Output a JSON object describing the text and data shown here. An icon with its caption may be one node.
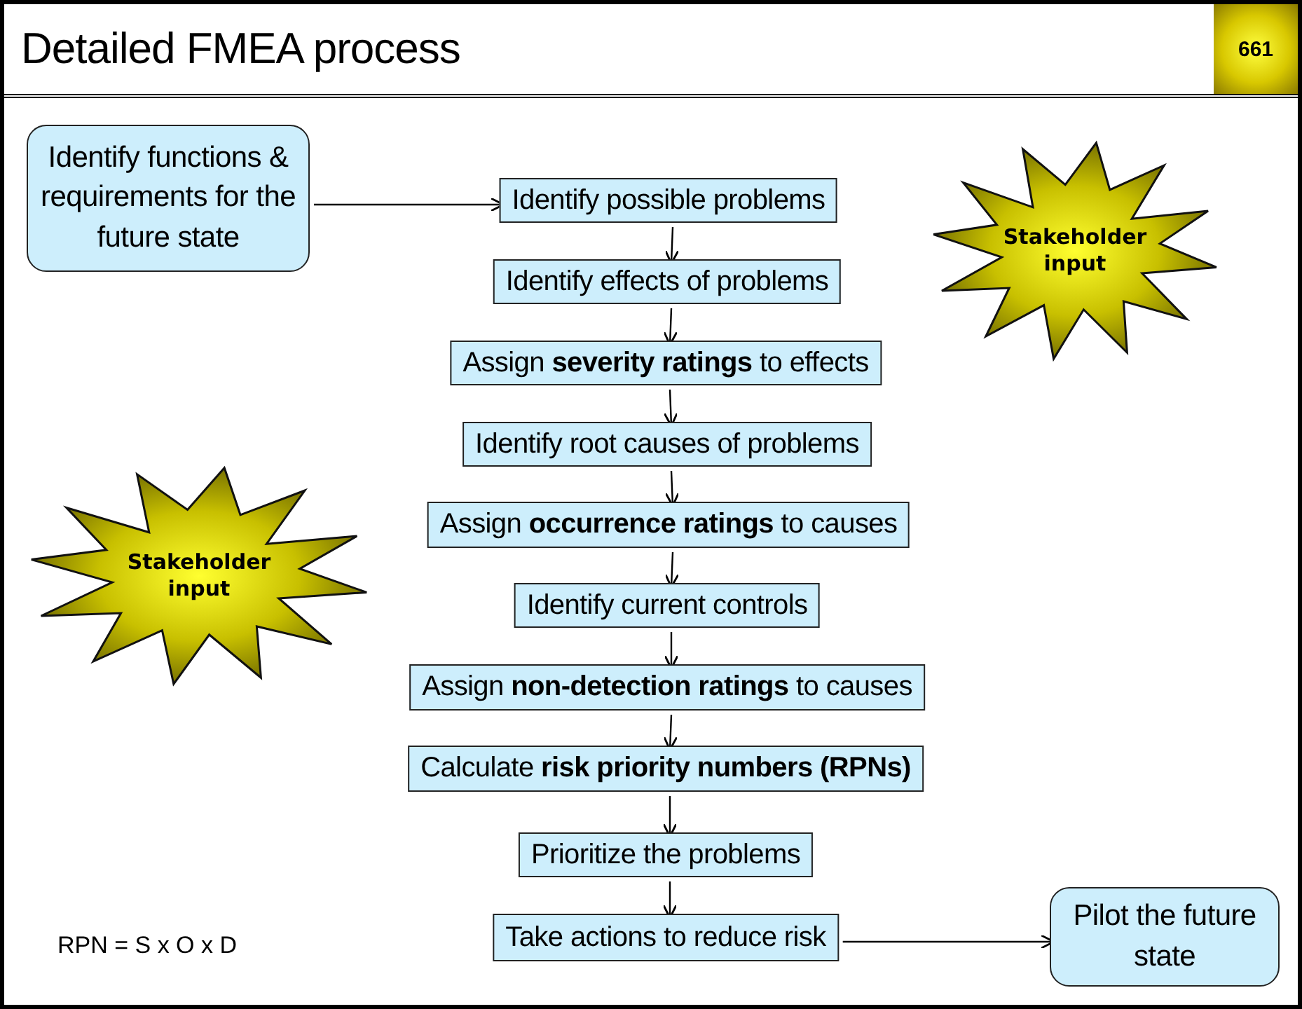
{
  "diagram": {
    "title": "Detailed FMEA process",
    "nodes": [
      {
        "text": [
          "Identify functions & requirements for the future state"
        ]
      },
      {
        "text": [
          "Identify possible problems"
        ]
      },
      {
        "text": [
          "Identify effects of problems"
        ]
      },
      {
        "text": [
          "Assign **severity ratings** to effects"
        ]
      },
      {
        "text": [
          "Identify root causes of problems"
        ]
      },
      {
        "text": [
          "Assign **occurrence ratings** to causes"
        ]
      },
      {
        "text": [
          "Identify current controls"
        ]
      },
      {
        "text": [
          "Assign **non-detection ratings** to causes"
        ]
      },
      {
        "text": [
          "Calculate **risk priority numbers (RPNs)**"
        ]
      },
      {
        "text": [
          "Prioritize the problems"
        ]
      },
      {
        "text": [
          "Take actions to reduce risk"
        ]
      },
      {
        "text": [
          "Pilot the future state"
        ]
      },
      {
        "text": [
          "Stakeholder input"
        ]
      },
      {
        "text": [
          "Stakeholder input"
        ]
      }
    ],
    "edges": [
      {
        "from": 0,
        "to": 1,
        "arrow": "to"
      },
      {
        "from": 1,
        "to": 2,
        "arrow": "to"
      },
      {
        "from": 2,
        "to": 3,
        "arrow": "to"
      },
      {
        "from": 3,
        "to": 4,
        "arrow": "to"
      },
      {
        "from": 4,
        "to": 5,
        "arrow": "to"
      },
      {
        "from": 5,
        "to": 6,
        "arrow": "to"
      },
      {
        "from": 6,
        "to": 7,
        "arrow": "to"
      },
      {
        "from": 7,
        "to": 8,
        "arrow": "to"
      },
      {
        "from": 8,
        "to": 9,
        "arrow": "to"
      },
      {
        "from": 9,
        "to": 10,
        "arrow": "to"
      },
      {
        "from": 10,
        "to": 11,
        "arrow": "to"
      }
    ],
    "labels": [
      "661",
      "RPN = S x O x D"
    ]
  }
}
